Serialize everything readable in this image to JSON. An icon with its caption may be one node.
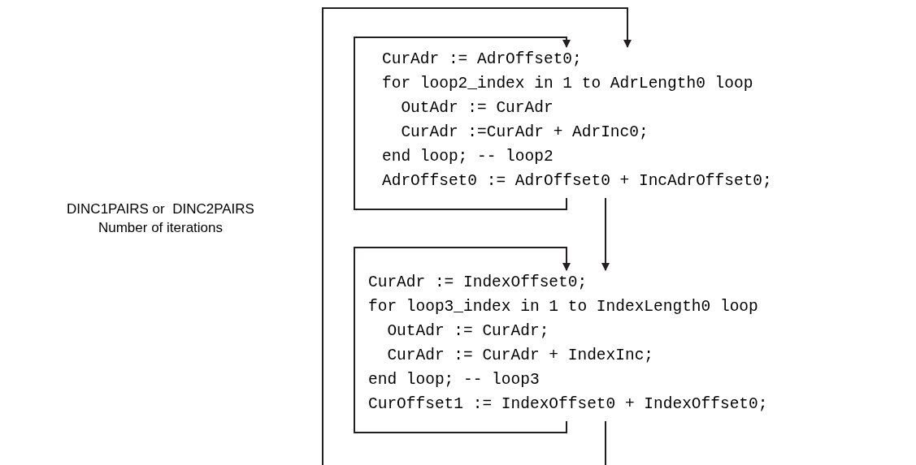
{
  "diagram": {
    "nodes": [
      {
        "text": [
          "CurAdr := AdrOffset0;",
          "for loop2_index in 1 to AdrLength0 loop",
          "  OutAdr := CurAdr",
          "  CurAdr :=CurAdr + AdrInc0;",
          "end loop; -- loop2",
          "AdrOffset0 := AdrOffset0 + IncAdrOffset0;"
        ]
      },
      {
        "text": [
          "CurAdr := IndexOffset0;",
          "for loop3_index in 1 to IndexLength0 loop",
          "  OutAdr := CurAdr;",
          "  CurAdr := CurAdr + IndexInc;",
          "end loop; -- loop3",
          "CurOffset1 := IndexOffset0 + IndexOffset0;"
        ]
      }
    ],
    "edges": [
      {
        "from": null,
        "to": 0,
        "arrow": "to"
      },
      {
        "from": 0,
        "to": 0,
        "arrow": "to"
      },
      {
        "from": 0,
        "to": 1,
        "arrow": "to"
      },
      {
        "from": 1,
        "to": 1,
        "arrow": "to"
      },
      {
        "from": 1,
        "to": null,
        "arrow": "none"
      }
    ],
    "labels": [
      "DINC1PAIRS or  DINC2PAIRS",
      "Number of iterations"
    ]
  }
}
